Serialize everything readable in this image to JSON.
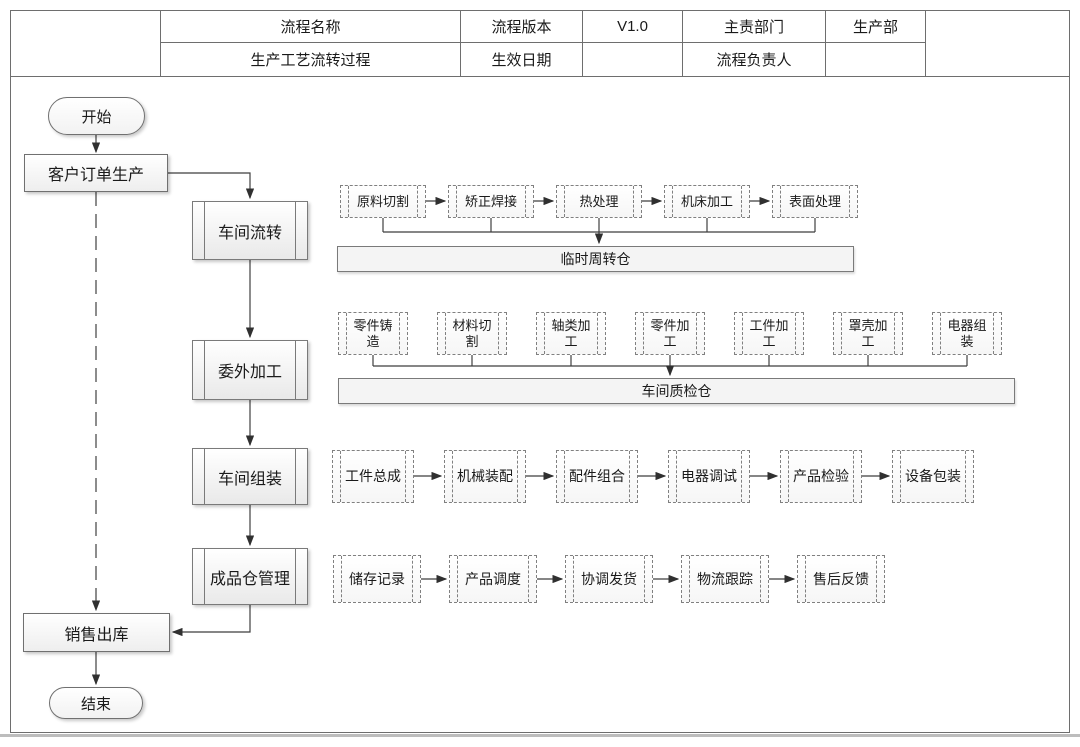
{
  "header_table": {
    "process_name_label": "流程名称",
    "process_name_value": "生产工艺流转过程",
    "version_label": "流程版本",
    "version_value": "V1.0",
    "effective_date_label": "生效日期",
    "effective_date_value": "",
    "dept_label": "主责部门",
    "dept_value": "生产部",
    "owner_label": "流程负责人",
    "owner_value": ""
  },
  "flow": {
    "start": "开始",
    "customer_order": "客户订单生产",
    "stages": [
      {
        "label": "车间流转"
      },
      {
        "label": "委外加工"
      },
      {
        "label": "车间组装"
      },
      {
        "label": "成品仓管理"
      }
    ],
    "row1": {
      "items": [
        "原料切割",
        "矫正焊接",
        "热处理",
        "机床加工",
        "表面处理"
      ],
      "warehouse": "临时周转仓"
    },
    "row2": {
      "items": [
        "零件铸造",
        "材料切割",
        "轴类加工",
        "零件加工",
        "工件加工",
        "罩壳加工",
        "电器组装"
      ],
      "warehouse": "车间质检仓"
    },
    "row3": {
      "items": [
        "工件总成",
        "机械装配",
        "配件组合",
        "电器调试",
        "产品检验",
        "设备包装"
      ]
    },
    "row4": {
      "items": [
        "储存记录",
        "产品调度",
        "协调发货",
        "物流跟踪",
        "售后反馈"
      ]
    },
    "sales_out": "销售出库",
    "end": "结束"
  },
  "colors": {
    "line": "#3f3f3f",
    "box_border": "#7a7a7a",
    "dashed_border": "#808080",
    "warehouse_fill": "#f4f4f4",
    "text": "#1a1a1a"
  }
}
